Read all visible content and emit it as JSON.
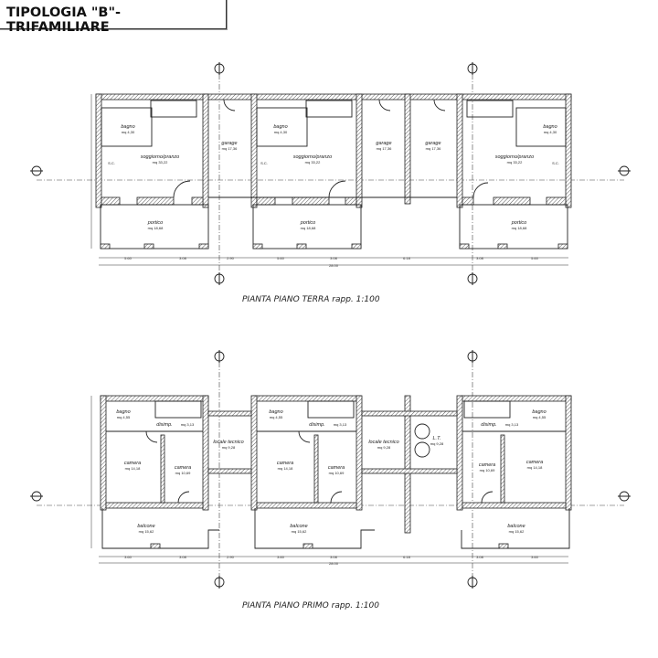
{
  "title": "TIPOLOGIA \"B\"- TRIFAMILIARE",
  "ground_floor": {
    "caption": "PIANTA PIANO TERRA rapp. 1:100",
    "rooms": [
      {
        "name": "bagno",
        "area": "mq 4,30"
      },
      {
        "name": "soggiorno/pranzo",
        "area": "mq 33,22"
      },
      {
        "name": "portico",
        "area": "mq 18,68"
      },
      {
        "name": "garage",
        "area": "mq 17,36"
      },
      {
        "name": "bagno",
        "area": "mq 4,30"
      },
      {
        "name": "soggiorno/pranzo",
        "area": "mq 33,22"
      },
      {
        "name": "portico",
        "area": "mq 18,68"
      },
      {
        "name": "garage",
        "area": "mq 17,36"
      },
      {
        "name": "garage",
        "area": "mq 17,36"
      },
      {
        "name": "soggiorno/pranzo",
        "area": "mq 33,22"
      },
      {
        "name": "bagno",
        "area": "mq 4,30"
      },
      {
        "name": "portico",
        "area": "mq 18,68"
      }
    ],
    "sc_label": "S.C.",
    "dims": [
      "5.60",
      "3.08",
      "2.90",
      "5.60",
      "3.08",
      "6.18",
      "3.08",
      "5.60",
      "28.00"
    ]
  },
  "first_floor": {
    "caption": "PIANTA PIANO PRIMO rapp. 1:100",
    "rooms": [
      {
        "name": "bagno",
        "area": "mq 4,55"
      },
      {
        "name": "disimp.",
        "area": "mq 3,13"
      },
      {
        "name": "camera",
        "area": "mq 14,18"
      },
      {
        "name": "camera",
        "area": "mq 10,69"
      },
      {
        "name": "balcone",
        "area": "mq 15,62"
      },
      {
        "name": "locale tecnico",
        "area": "mq 9,28"
      },
      {
        "name": "bagno",
        "area": "mq 4,55"
      },
      {
        "name": "disimp.",
        "area": "mq 3,13"
      },
      {
        "name": "camera",
        "area": "mq 14,18"
      },
      {
        "name": "camera",
        "area": "mq 10,69"
      },
      {
        "name": "balcone",
        "area": "mq 15,62"
      },
      {
        "name": "locale tecnico",
        "area": "mq 9,28"
      },
      {
        "name": "L.T.",
        "area": "mq 9,28"
      },
      {
        "name": "camera",
        "area": "mq 10,69"
      },
      {
        "name": "camera",
        "area": "mq 14,18"
      },
      {
        "name": "bagno",
        "area": "mq 4,55"
      },
      {
        "name": "disimp.",
        "area": "mq 3,13"
      },
      {
        "name": "balcone",
        "area": "mq 15,62"
      }
    ],
    "dims": [
      "3.60",
      "3.08",
      "2.90",
      "3.60",
      "3.08",
      "6.18",
      "3.08",
      "3.60",
      "28.00"
    ]
  }
}
